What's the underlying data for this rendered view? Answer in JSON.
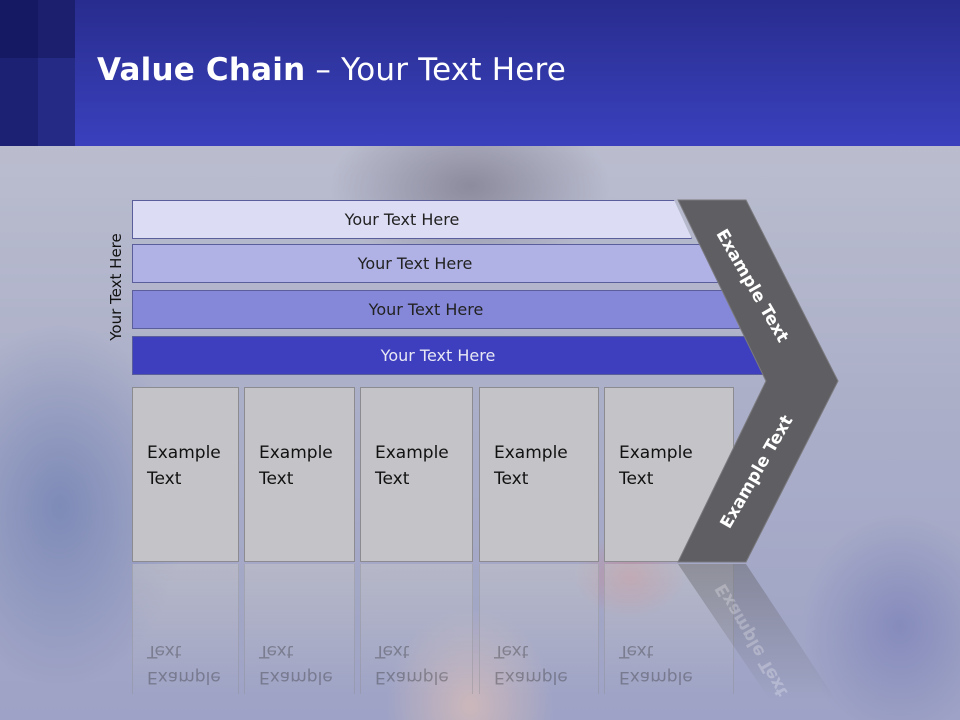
{
  "slide": {
    "title_bold": "Value Chain",
    "title_rest": " – Your Text Here",
    "side_label": "Your Text Here"
  },
  "bars": [
    {
      "label": "Your Text Here",
      "fill": "#dcddf5",
      "text_color": "#222222"
    },
    {
      "label": "Your Text Here",
      "fill": "#b0b2e6",
      "text_color": "#222222"
    },
    {
      "label": "Your Text Here",
      "fill": "#8588d9",
      "text_color": "#222222"
    },
    {
      "label": "Your Text Here",
      "fill": "#3d3fbf",
      "text_color": "#e8e8f5"
    }
  ],
  "columns": [
    {
      "line1": "Example",
      "line2": "Text"
    },
    {
      "line1": "Example",
      "line2": "Text"
    },
    {
      "line1": "Example",
      "line2": "Text"
    },
    {
      "line1": "Example",
      "line2": "Text"
    },
    {
      "line1": "Example",
      "line2": "Text"
    }
  ],
  "arrow": {
    "top_label": "Example Text",
    "bottom_label": "Example Text",
    "fill": "#5f5f63"
  }
}
